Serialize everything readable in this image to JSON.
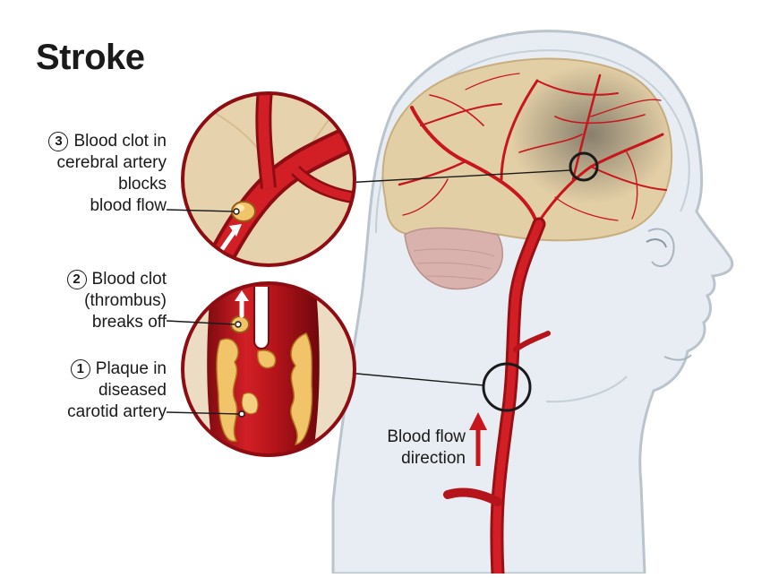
{
  "title": "Stroke",
  "callouts": [
    {
      "number": "3",
      "lines": [
        "Blood clot in",
        "cerebral artery",
        "blocks",
        "blood flow"
      ]
    },
    {
      "number": "2",
      "lines": [
        "Blood clot",
        "(thrombus)",
        "breaks off"
      ]
    },
    {
      "number": "1",
      "lines": [
        "Plaque in",
        "diseased",
        "carotid artery"
      ]
    }
  ],
  "flow_label": [
    "Blood flow",
    "direction"
  ],
  "colors": {
    "artery": "#c8161d",
    "artery_dark": "#8e0d12",
    "brain": "#e3cfa6",
    "cerebellum": "#d9b2ae",
    "head_fill": "#e7edf2",
    "head_outline": "#b9c4cd",
    "plaque": "#f2c46a"
  },
  "icons": [
    "arrow-up-icon",
    "circle-highlight-icon"
  ]
}
